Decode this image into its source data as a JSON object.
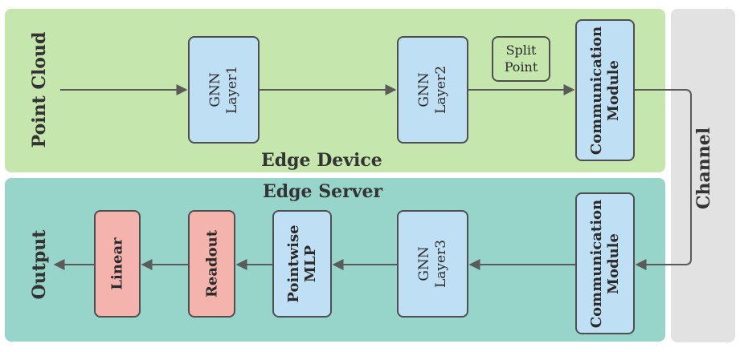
{
  "regions": {
    "edge_device": "Edge Device",
    "edge_server": "Edge Server",
    "channel": "Channel"
  },
  "inputs": {
    "point_cloud": "Point Cloud",
    "output": "Output"
  },
  "blocks": {
    "gnn_layer1": [
      "GNN",
      "Layer1"
    ],
    "gnn_layer2": [
      "GNN",
      "Layer2"
    ],
    "split_point": [
      "Split",
      "Point"
    ],
    "comm_module_top": [
      "Communication",
      "Module"
    ],
    "comm_module_bottom": [
      "Communication",
      "Module"
    ],
    "gnn_layer3": [
      "GNN",
      "Layer3"
    ],
    "pointwise_mlp": [
      "Pointwise",
      "MLP"
    ],
    "readout": "Readout",
    "linear": "Linear"
  },
  "colors": {
    "edge_device_bg": "#c5e6ad",
    "edge_server_bg": "#97d5cb",
    "channel_bg": "#e2e2e2",
    "module_blue": "#bfe0f4",
    "module_red": "#f5b3ad",
    "arrow": "#5a5a5a"
  }
}
